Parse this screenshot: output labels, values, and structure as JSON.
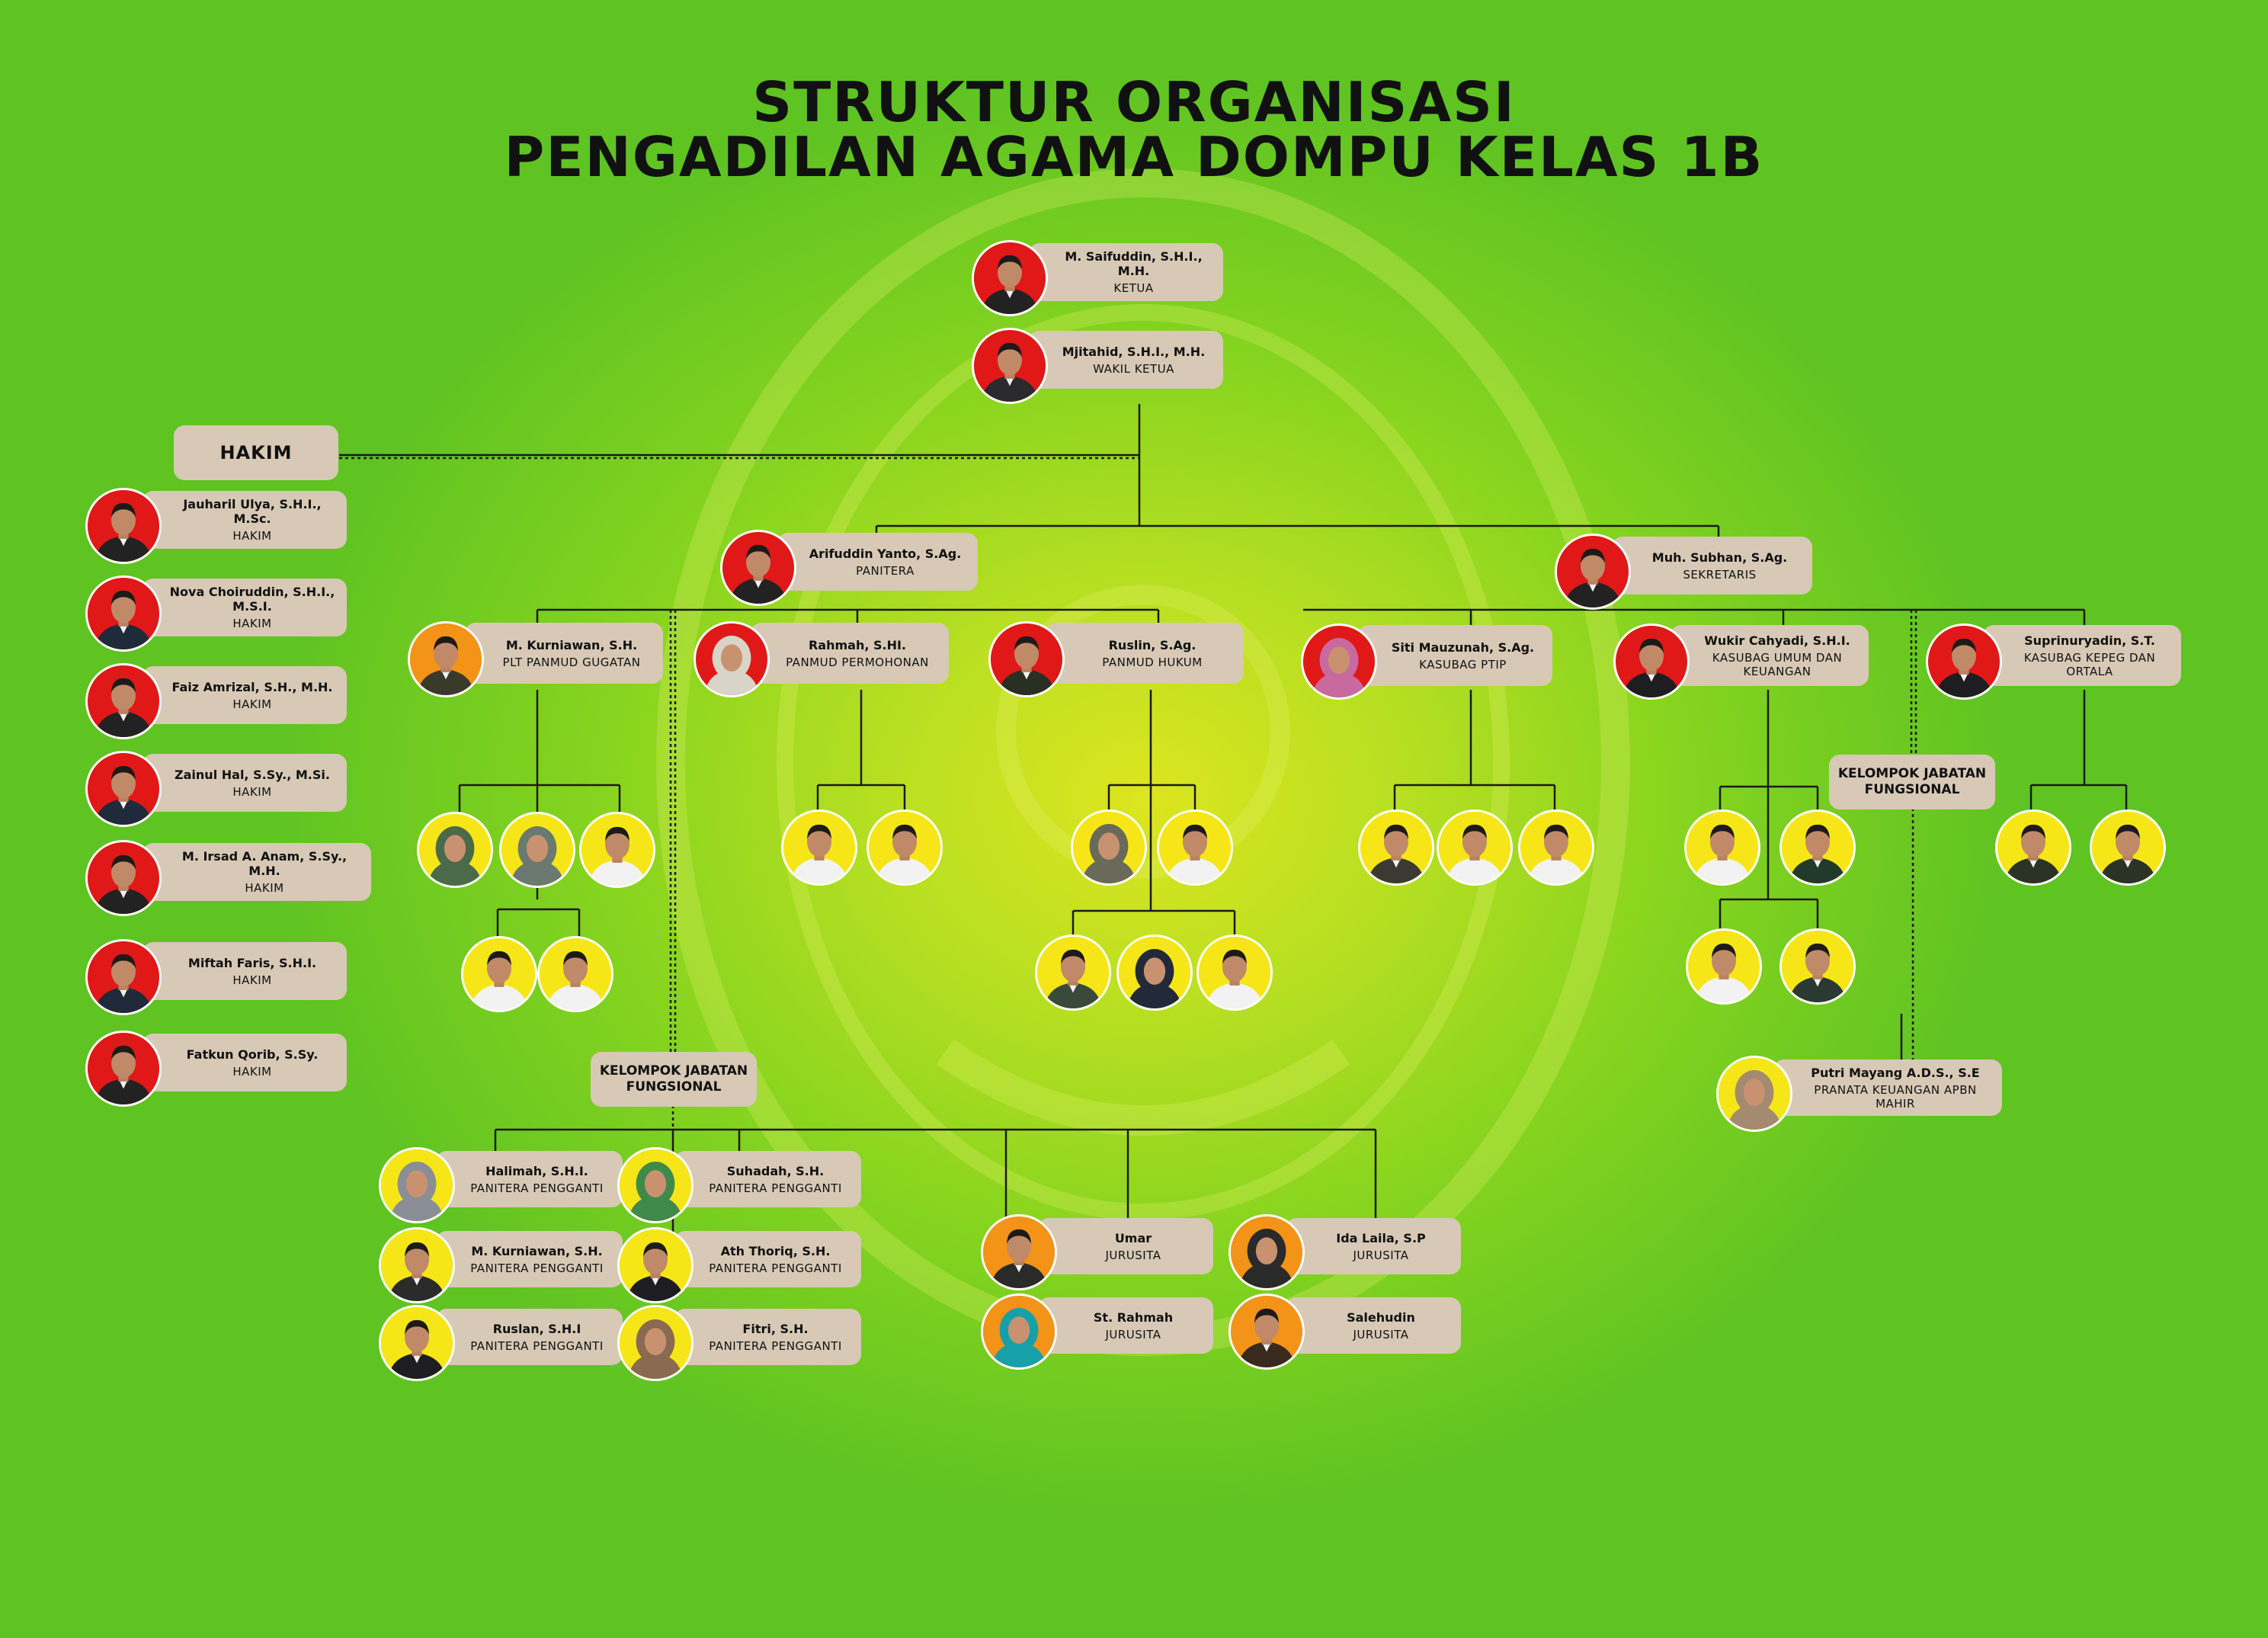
{
  "title": {
    "line1": "STRUKTUR ORGANISASI",
    "line2": "PENGADILAN AGAMA DOMPU KELAS 1B"
  },
  "colors": {
    "label_bg": "#d7c9b5",
    "line": "#1a1a1a",
    "avatar_red": "#e01818",
    "avatar_orange": "#f39318",
    "avatar_yellow": "#f6e617"
  },
  "leaders": [
    {
      "name": "M. Saifuddin, S.H.I., M.H.",
      "role": "KETUA"
    },
    {
      "name": "Mjitahid, S.H.I., M.H.",
      "role": "WAKIL KETUA"
    }
  ],
  "hakim": {
    "header": "HAKIM",
    "members": [
      {
        "name": "Jauharil Ulya, S.H.I., M.Sc.",
        "role": "HAKIM"
      },
      {
        "name": "Nova Choiruddin, S.H.I., M.S.I.",
        "role": "HAKIM"
      },
      {
        "name": "Faiz Amrizal, S.H., M.H.",
        "role": "HAKIM"
      },
      {
        "name": "Zainul Hal, S.Sy., M.Si.",
        "role": "HAKIM"
      },
      {
        "name": "M. Irsad A. Anam, S.Sy., M.H.",
        "role": "HAKIM"
      },
      {
        "name": "Miftah Faris, S.H.I.",
        "role": "HAKIM"
      },
      {
        "name": "Fatkun Qorib, S.Sy.",
        "role": "HAKIM"
      }
    ]
  },
  "panitera": {
    "name": "Arifuddin Yanto, S.Ag.",
    "role": "PANITERA"
  },
  "sekretaris": {
    "name": "Muh. Subhan, S.Ag.",
    "role": "SEKRETARIS"
  },
  "panmud": [
    {
      "name": "M. Kurniawan, S.H.",
      "role": "PLT PANMUD GUGATAN"
    },
    {
      "name": "Rahmah, S.HI.",
      "role": "PANMUD PERMOHONAN"
    },
    {
      "name": "Ruslin, S.Ag.",
      "role": "PANMUD HUKUM"
    }
  ],
  "kasubag": [
    {
      "name": "Siti Mauzunah, S.Ag.",
      "role": "KASUBAG PTIP"
    },
    {
      "name": "Wukir Cahyadi, S.H.I.",
      "role": "KASUBAG UMUM DAN KEUANGAN"
    },
    {
      "name": "Suprinuryadin, S.T.",
      "role": "KASUBAG KEPEG DAN ORTALA"
    }
  ],
  "functional_groups": {
    "kepaniteraan": "KELOMPOK JABATAN FUNGSIONAL",
    "kesekretariatan": "KELOMPOK JABATAN FUNGSIONAL"
  },
  "pranata": {
    "name": "Putri Mayang A.D.S., S.E",
    "role": "PRANATA KEUANGAN APBN MAHIR"
  },
  "panitera_pengganti": [
    {
      "name": "Halimah, S.H.I.",
      "role": "PANITERA PENGGANTI"
    },
    {
      "name": "Suhadah, S.H.",
      "role": "PANITERA PENGGANTI"
    },
    {
      "name": "M. Kurniawan, S.H.",
      "role": "PANITERA PENGGANTI"
    },
    {
      "name": "Ath Thoriq, S.H.",
      "role": "PANITERA PENGGANTI"
    },
    {
      "name": "Ruslan, S.H.I",
      "role": "PANITERA PENGGANTI"
    },
    {
      "name": "Fitri, S.H.",
      "role": "PANITERA PENGGANTI"
    }
  ],
  "jurusita": [
    {
      "name": "Umar",
      "role": "JURUSITA"
    },
    {
      "name": "Ida Laila, S.P",
      "role": "JURUSITA"
    },
    {
      "name": "St. Rahmah",
      "role": "JURUSITA"
    },
    {
      "name": "Salehudin",
      "role": "JURUSITA"
    }
  ]
}
